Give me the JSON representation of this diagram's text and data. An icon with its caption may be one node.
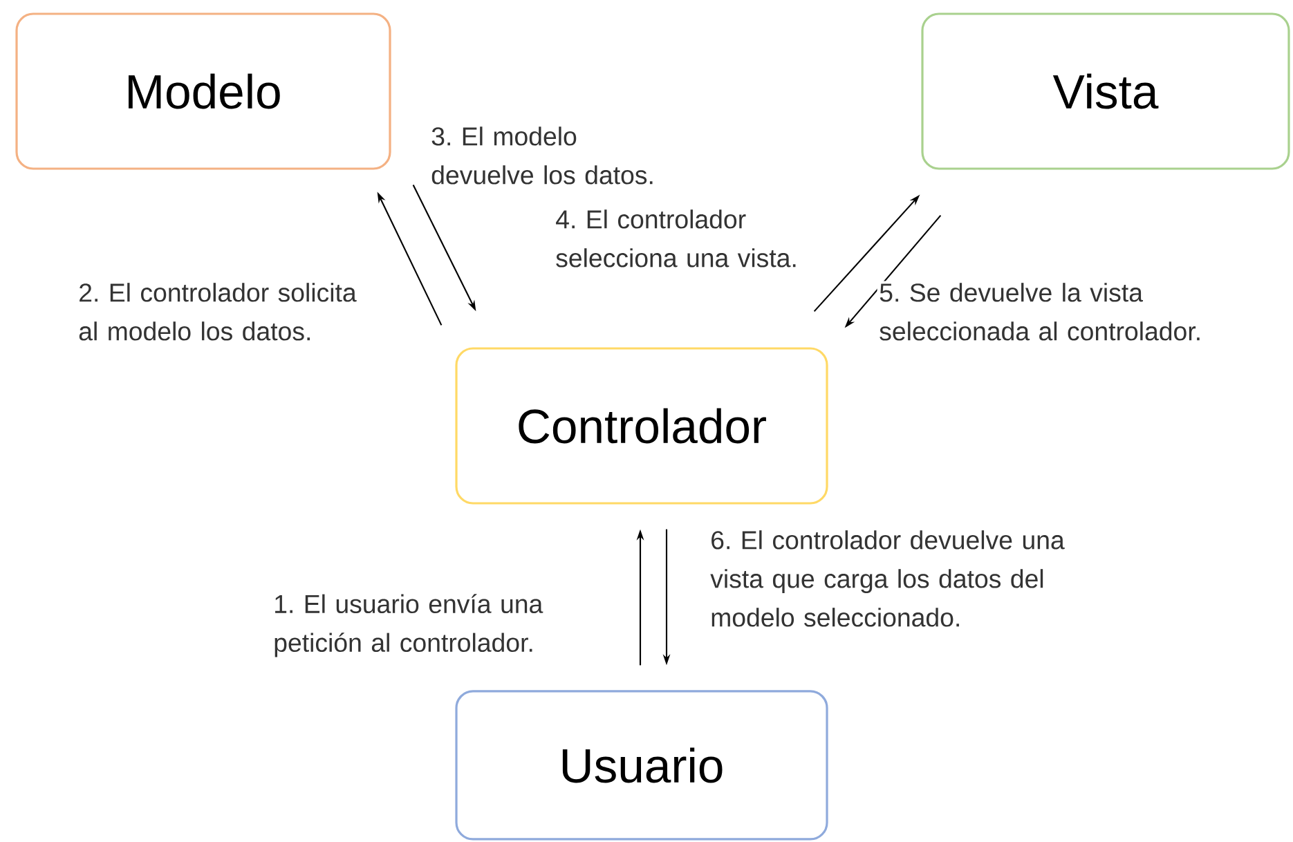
{
  "diagram": {
    "nodes": [
      {
        "text": [
          "Modelo"
        ]
      },
      {
        "text": [
          "Vista"
        ]
      },
      {
        "text": [
          "Controlador"
        ]
      },
      {
        "text": [
          "Usuario"
        ]
      }
    ],
    "edges": [
      {
        "from": 3,
        "to": 2,
        "arrow": "to",
        "label": "1. El usuario envía una petición al controlador."
      },
      {
        "from": 2,
        "to": 0,
        "arrow": "to",
        "label": "2. El controlador solicita al modelo los datos."
      },
      {
        "from": 0,
        "to": 2,
        "arrow": "to",
        "label": "3. El modelo devuelve los datos."
      },
      {
        "from": 2,
        "to": 1,
        "arrow": "to",
        "label": "4. El controlador selecciona una vista."
      },
      {
        "from": 1,
        "to": 2,
        "arrow": "to",
        "label": "5. Se devuelve la vista seleccionada al controlador."
      },
      {
        "from": 2,
        "to": 3,
        "arrow": "to",
        "label": "6. El controlador devuelve una vista que carga los datos del modelo seleccionado."
      }
    ]
  }
}
